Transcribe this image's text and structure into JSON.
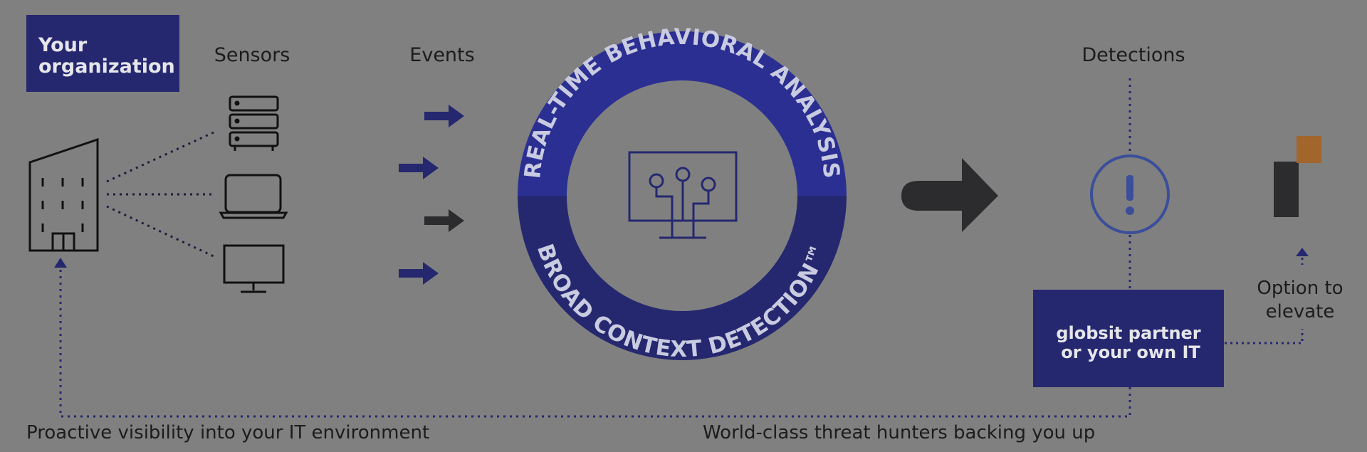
{
  "org_box": {
    "line1": "Your",
    "line2": "organization"
  },
  "headers": {
    "sensors": "Sensors",
    "events": "Events",
    "detections": "Detections"
  },
  "ring": {
    "top_text": "REAL-TIME BEHAVIORAL ANALYSIS",
    "bottom_text": "BROAD CONTEXT DETECTION™"
  },
  "partner_box": {
    "line1": "globsit partner",
    "line2": "or your own IT"
  },
  "elevate": {
    "line1": "Option to",
    "line2": "elevate"
  },
  "footer": {
    "left": "Proactive visibility into your IT environment",
    "right": "World-class threat hunters backing you up"
  },
  "icons": [
    "building-icon",
    "server-icon",
    "laptop-icon",
    "monitor-icon",
    "network-monitor-icon",
    "alert-icon",
    "elevate-icon"
  ],
  "colors": {
    "background": "#808080",
    "navy": "#25286f",
    "ring_top": "#2b2f92",
    "ring_bottom": "#25286f",
    "dark": "#2c2c2e",
    "alert": "#3a4e9a",
    "orange": "#a2652b",
    "white": "#e6e6ea"
  }
}
